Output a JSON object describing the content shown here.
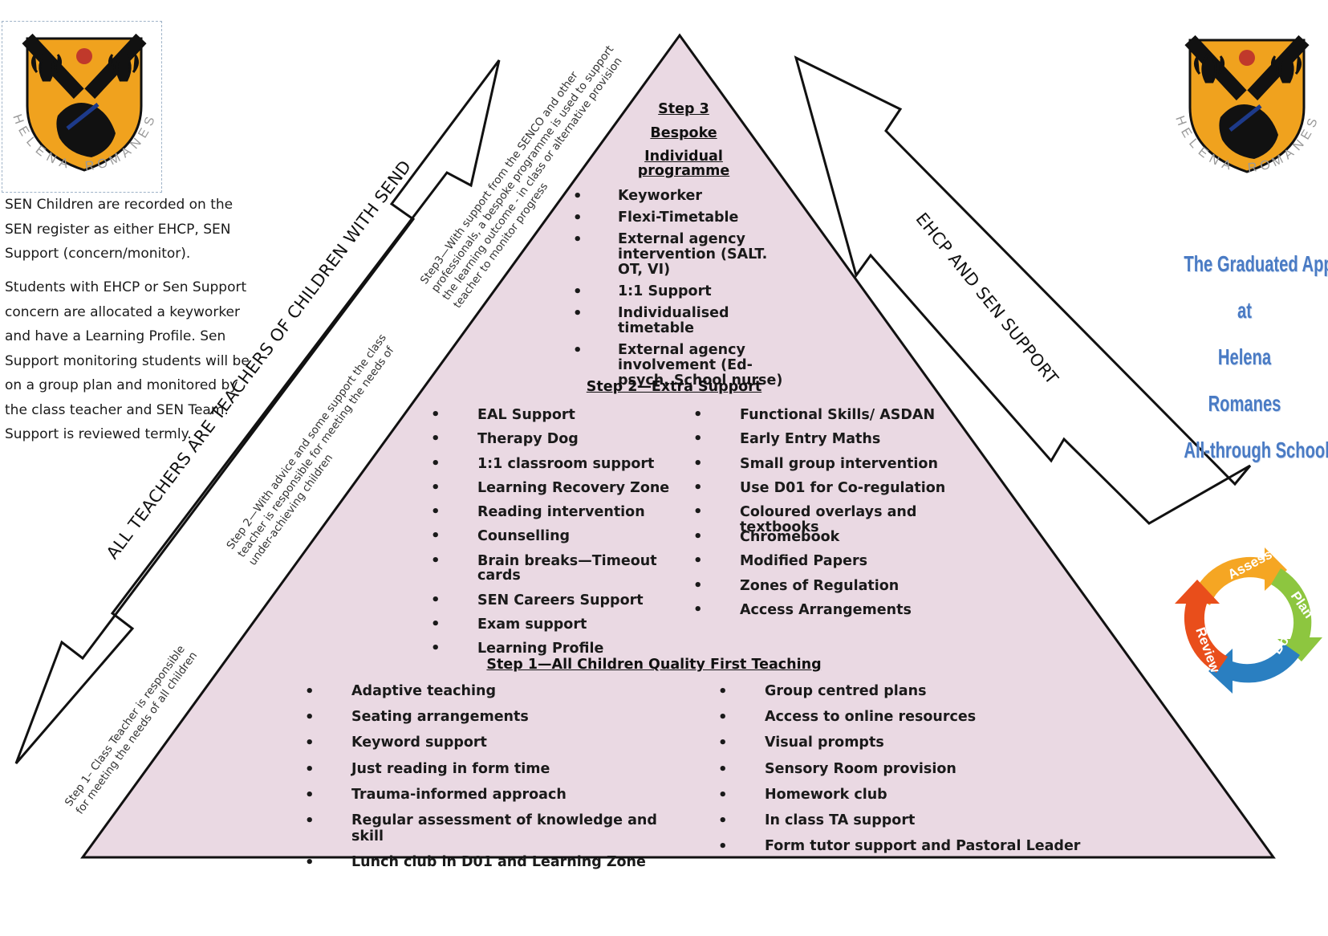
{
  "school_motto": "HELENA ROMANES",
  "intro": {
    "paragraph1": "SEN Children are recorded on the SEN register as either EHCP, SEN Support (concern/monitor).",
    "paragraph2": "Students with EHCP or Sen Support concern are allocated a keyworker and have  a Learning Profile. Sen Support monitoring students will be on a group plan and monitored by the class teacher and SEN Team. Support is reviewed termly."
  },
  "left_arrow_label": "ALL TEACHERS  ARE TEACHERS OF CHILDREN WITH SEND",
  "right_arrow_label": "EHCP AND SEN SUPPORT",
  "side_notes": {
    "step3": "Step3—With support from the SENCO and other professionals, a bespoke programme is used to support the learning outcome - in class or alternative provision teacher to monitor progress",
    "step2": "Step 2—With advice and some support the class teacher is responsible for meeting the needs of under-achieving children",
    "step1": "Step 1– Class Teacher is responsible for meeting the needs of all children"
  },
  "step3": {
    "heading1": "Step 3",
    "heading2": "Bespoke",
    "heading3": "Individual programme",
    "items": [
      "Keyworker",
      "Flexi-Timetable",
      "External agency intervention (SALT. OT, VI)",
      "1:1 Support",
      "Individualised timetable",
      "External agency involvement (Ed-psych. School nurse)"
    ]
  },
  "step2": {
    "heading": "Step 2—Extra Support",
    "left": [
      "EAL Support",
      "Therapy Dog",
      "1:1 classroom support",
      "Learning Recovery Zone",
      "Reading intervention",
      "Counselling",
      "Brain breaks—Timeout cards",
      "SEN Careers Support",
      "Exam support",
      "Learning Profile"
    ],
    "right": [
      "Functional Skills/ ASDAN",
      "Early Entry Maths",
      "Small group intervention",
      "Use D01 for Co-regulation",
      "Coloured overlays and textbooks",
      "Chromebook",
      "Modified Papers",
      "Zones of Regulation",
      "Access Arrangements"
    ]
  },
  "step1": {
    "heading": "Step 1—All Children Quality First Teaching",
    "left": [
      "Adaptive teaching",
      "Seating arrangements",
      "Keyword support",
      "Just reading in form time",
      "Trauma-informed approach",
      "Regular assessment of knowledge and skill",
      "Lunch club in D01 and Learning Zone"
    ],
    "right": [
      "Group centred plans",
      "Access to online resources",
      "Visual prompts",
      "Sensory Room provision",
      "Homework club",
      "In class TA support",
      "Form tutor support and Pastoral Leader"
    ]
  },
  "graduated": {
    "line1": "The Graduated Approach",
    "line2": "at",
    "line3": "Helena Romanes",
    "line4": "All-through School"
  },
  "cycle": {
    "assess": "Assess",
    "plan": "Plan",
    "do": "Do",
    "review": "Review"
  },
  "colors": {
    "pyramid_fill": "#ead9e3",
    "crest_gold": "#f0a21e",
    "crest_black": "#111111",
    "title_blue": "#4a7bc4"
  }
}
